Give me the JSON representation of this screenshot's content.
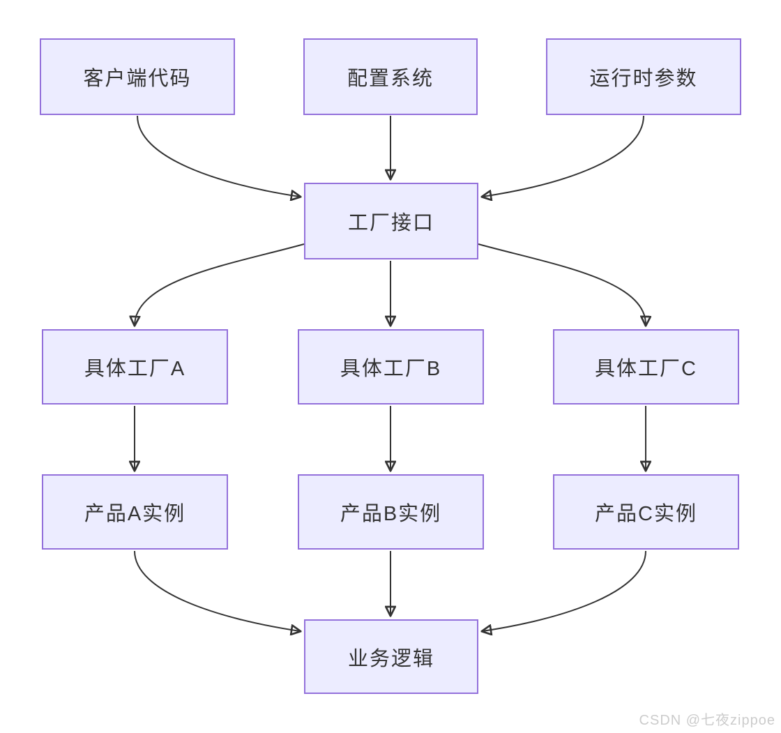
{
  "diagram": {
    "title": "factory-pattern-flowchart",
    "direction": "top-down",
    "colors": {
      "node_fill": "#ECECFF",
      "node_border": "#9370DB",
      "edge": "#333333",
      "text": "#333333"
    },
    "nodes": [
      {
        "id": "client",
        "label": "客户端代码"
      },
      {
        "id": "config",
        "label": "配置系统"
      },
      {
        "id": "runtime",
        "label": "运行时参数"
      },
      {
        "id": "factory",
        "label": "工厂接口"
      },
      {
        "id": "factoryA",
        "label": "具体工厂A"
      },
      {
        "id": "factoryB",
        "label": "具体工厂B"
      },
      {
        "id": "factoryC",
        "label": "具体工厂C"
      },
      {
        "id": "productA",
        "label": "产品A实例"
      },
      {
        "id": "productB",
        "label": "产品B实例"
      },
      {
        "id": "productC",
        "label": "产品C实例"
      },
      {
        "id": "business",
        "label": "业务逻辑"
      }
    ],
    "edges": [
      {
        "from": "客户端代码",
        "to": "工厂接口"
      },
      {
        "from": "配置系统",
        "to": "工厂接口"
      },
      {
        "from": "运行时参数",
        "to": "工厂接口"
      },
      {
        "from": "工厂接口",
        "to": "具体工厂A"
      },
      {
        "from": "工厂接口",
        "to": "具体工厂B"
      },
      {
        "from": "工厂接口",
        "to": "具体工厂C"
      },
      {
        "from": "具体工厂A",
        "to": "产品A实例"
      },
      {
        "from": "具体工厂B",
        "to": "产品B实例"
      },
      {
        "from": "具体工厂C",
        "to": "产品C实例"
      },
      {
        "from": "产品A实例",
        "to": "业务逻辑"
      },
      {
        "from": "产品B实例",
        "to": "业务逻辑"
      },
      {
        "from": "产品C实例",
        "to": "业务逻辑"
      }
    ]
  },
  "watermark": {
    "text": "CSDN @七夜zippoe"
  }
}
